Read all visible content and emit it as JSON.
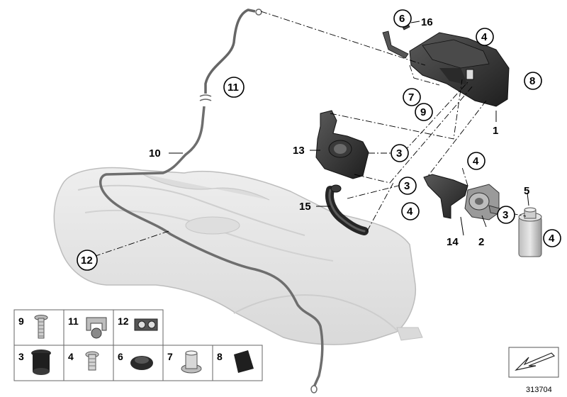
{
  "callouts": {
    "c1": "1",
    "c2": "2",
    "c3a": "3",
    "c3b": "3",
    "c3c": "3",
    "c4a": "4",
    "c4b": "4",
    "c4c": "4",
    "c4d": "4",
    "c5": "5",
    "c6": "6",
    "c7": "7",
    "c8": "8",
    "c9": "9",
    "c10": "10",
    "c11": "11",
    "c12": "12",
    "c13": "13",
    "c14": "14",
    "c15": "15",
    "c16": "16"
  },
  "legend": {
    "row1": [
      "9",
      "11",
      "12"
    ],
    "row2": [
      "3",
      "4",
      "6",
      "7",
      "8"
    ]
  },
  "diagram_number": "313704",
  "colors": {
    "tank_fill": "#e6e6e6",
    "tank_stroke": "#b8b8b8",
    "part_dark": "#2e2e2e",
    "part_mid": "#8c8c8c"
  },
  "icons": {
    "nav": "arrow-down-left-icon"
  }
}
